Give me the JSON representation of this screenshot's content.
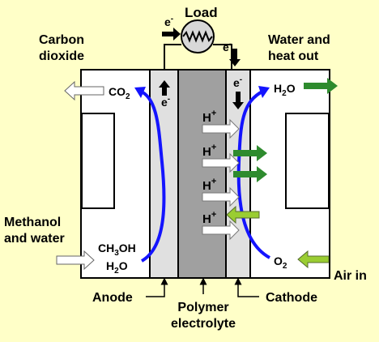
{
  "load": "Load",
  "electron": "e",
  "electron_sup": "-",
  "carbon_dioxide": [
    "Carbon",
    "dioxide"
  ],
  "water_heat_out": [
    "Water and",
    "heat out"
  ],
  "co2": {
    "base": "CO",
    "sub": "2"
  },
  "h2o_out": {
    "base": "H",
    "sub": "2",
    "tail": "O"
  },
  "proton": {
    "base": "H",
    "sup": "+"
  },
  "methanol_water": [
    "Methanol",
    "and water"
  ],
  "ch3oh": {
    "a": "CH",
    "sub": "3",
    "b": "OH"
  },
  "h2o_in": {
    "base": "H",
    "sub": "2",
    "tail": "O"
  },
  "o2": {
    "base": "O",
    "sub": "2"
  },
  "air_in": "Air in",
  "anode": "Anode",
  "cathode": "Cathode",
  "polymer_electrolyte": [
    "Polymer",
    "electrolyte"
  ],
  "colors": {
    "background": "#ffffc8",
    "flow": "#1414ff",
    "heat": "#2e8b2e",
    "air": "#9acd32",
    "membrane": "#a0a0a0",
    "electrode": "#e0e0e0"
  }
}
